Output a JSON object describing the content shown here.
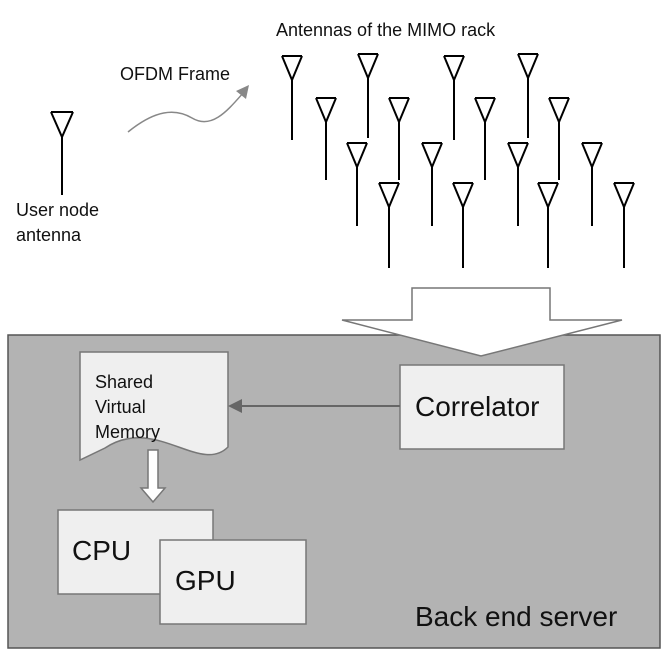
{
  "labels": {
    "rack_title": "Antennas of the MIMO rack",
    "frame": "OFDM Frame",
    "user_node_line1": "User node",
    "user_node_line2": "antenna",
    "memory_line1": "Shared",
    "memory_line2": "Virtual",
    "memory_line3": "Memory",
    "correlator": "Correlator",
    "cpu": "CPU",
    "gpu": "GPU",
    "server": "Back end server"
  },
  "colors": {
    "server_bg": "#b3b3b3",
    "box_bg": "#efefef",
    "arrow_fill": "#ffffff",
    "line": "#000000"
  }
}
